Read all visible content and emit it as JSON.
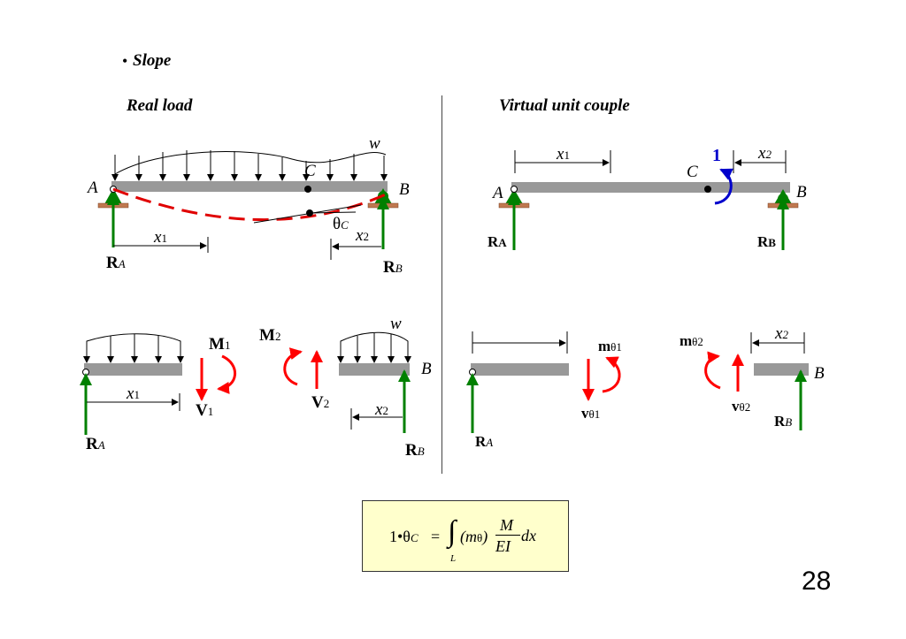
{
  "heading": {
    "bullet": "•",
    "text": "Slope"
  },
  "left_title": "Real load",
  "right_title": "Virtual unit couple",
  "labels": {
    "A": "A",
    "B": "B",
    "C": "C",
    "w": "w",
    "x": "x",
    "sub1": "1",
    "sub2": "2",
    "R": "R",
    "subA": "A",
    "subB": "B",
    "theta": "θ",
    "subC": "C",
    "M": "M",
    "V": "V",
    "m": "m",
    "v": "v",
    "theta1": "θ1",
    "theta2": "θ2",
    "unit_couple": "1"
  },
  "formula": {
    "lhs": "1•θ",
    "lhs_sub": "C",
    "eq": "=",
    "integral": "∫",
    "limit": "L",
    "m_open": "(m",
    "m_sub": "θ",
    "m_close": ")",
    "num": "M",
    "den": "EI",
    "dx": "dx"
  },
  "page_number": "28",
  "colors": {
    "beam": "#999999",
    "reaction": "#008000",
    "internal": "#ff0000",
    "deflection": "#e00000",
    "unit_couple": "#0000cc",
    "support": "#c07850",
    "formula_bg": "#ffffcc"
  },
  "icons": {
    "bullet": "bullet-icon",
    "support": "pin-support-icon",
    "arrow": "arrow-icon"
  }
}
